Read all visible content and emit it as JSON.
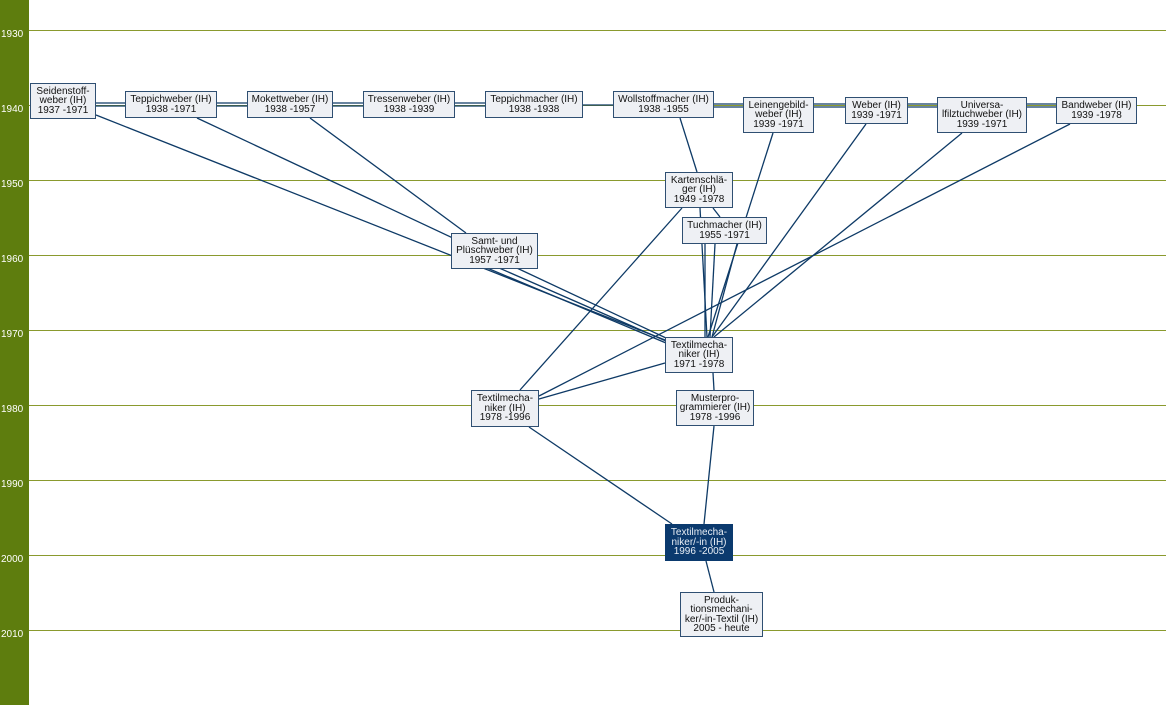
{
  "timeline": {
    "years": [
      "1930",
      "1940",
      "1950",
      "1960",
      "1970",
      "1980",
      "1990",
      "2000",
      "2010"
    ],
    "colors": {
      "bar": "#5e7d0e",
      "gridline": "#8a9a2e",
      "node_fill": "#eef0f4",
      "node_border": "#2f4f72",
      "edge": "#0e3a66",
      "highlight": "#0b3a6e"
    }
  },
  "nodes": {
    "seidenstoffweber": {
      "lines": [
        "Seidenstoff-",
        "weber (IH)",
        "1937 -1971"
      ]
    },
    "teppichweber": {
      "lines": [
        "Teppichweber (IH)",
        "1938 -1971"
      ]
    },
    "mokettweber": {
      "lines": [
        "Mokettweber (IH)",
        "1938 -1957"
      ]
    },
    "tressenweber": {
      "lines": [
        "Tressenweber (IH)",
        "1938 -1939"
      ]
    },
    "teppichmacher": {
      "lines": [
        "Teppichmacher (IH)",
        "1938 -1938"
      ]
    },
    "wollstoffmacher": {
      "lines": [
        "Wollstoffmacher (IH)",
        "1938 -1955"
      ]
    },
    "leinengebildweber": {
      "lines": [
        "Leinengebild-",
        "weber (IH)",
        "1939 -1971"
      ]
    },
    "weber": {
      "lines": [
        "Weber (IH)",
        "1939 -1971"
      ]
    },
    "universalfilztuchweber": {
      "lines": [
        "Universa-",
        "lfilztuchweber (IH)",
        "1939 -1971"
      ]
    },
    "bandweber": {
      "lines": [
        "Bandweber (IH)",
        "1939 -1978"
      ]
    },
    "kartenschlaeger": {
      "lines": [
        "Kartenschlä-",
        "ger (IH)",
        "1949 -1978"
      ]
    },
    "tuchmacher": {
      "lines": [
        "Tuchmacher (IH)",
        "1955 -1971"
      ]
    },
    "samt_pluesch": {
      "lines": [
        "Samt- und",
        "Plüschweber (IH)",
        "1957 -1971"
      ]
    },
    "textilmechaniker_1971": {
      "lines": [
        "Textilmecha-",
        "niker (IH)",
        "1971 -1978"
      ]
    },
    "textilmechaniker_1978": {
      "lines": [
        "Textilmecha-",
        "niker (IH)",
        "1978 -1996"
      ]
    },
    "musterprogrammierer": {
      "lines": [
        "Musterpro-",
        "grammierer (IH)",
        "1978 -1996"
      ]
    },
    "textilmechaniker_in_1996": {
      "lines": [
        "Textilmecha-",
        "niker/-in (IH)",
        "1996 -2005"
      ]
    },
    "produktionsmechaniker": {
      "lines": [
        "Produk-",
        "tionsmechani-",
        "ker/-in-Textil (IH)",
        "2005 - heute"
      ]
    }
  }
}
